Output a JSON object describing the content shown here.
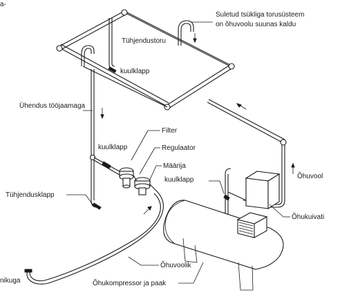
{
  "labels": {
    "top_left_fragment": "a-",
    "closed_loop_line1": "Suletud tsükliga torusüsteem",
    "closed_loop_line2": "on õhuvoolu suunas kaldu",
    "drain_pipe": "Tühjendustoru",
    "ball_valve_top": "kuulklapp",
    "workstation_connection": "Ühendus tööjaamaga",
    "filter": "Filter",
    "ball_valve_left": "kuulklapp",
    "regulator": "Regulaator",
    "lubricator": "Määrija",
    "ball_valve_right": "kuulklapp",
    "air_flow": "Õhuvool",
    "drain_valve": "Tühjendusklapp",
    "air_dryer": "Õhukuivati",
    "air_hose": "Õhuvoolik",
    "compressor_tank": "Õhukompressor ja paak",
    "bottom_left_fragment": "nikuga"
  }
}
